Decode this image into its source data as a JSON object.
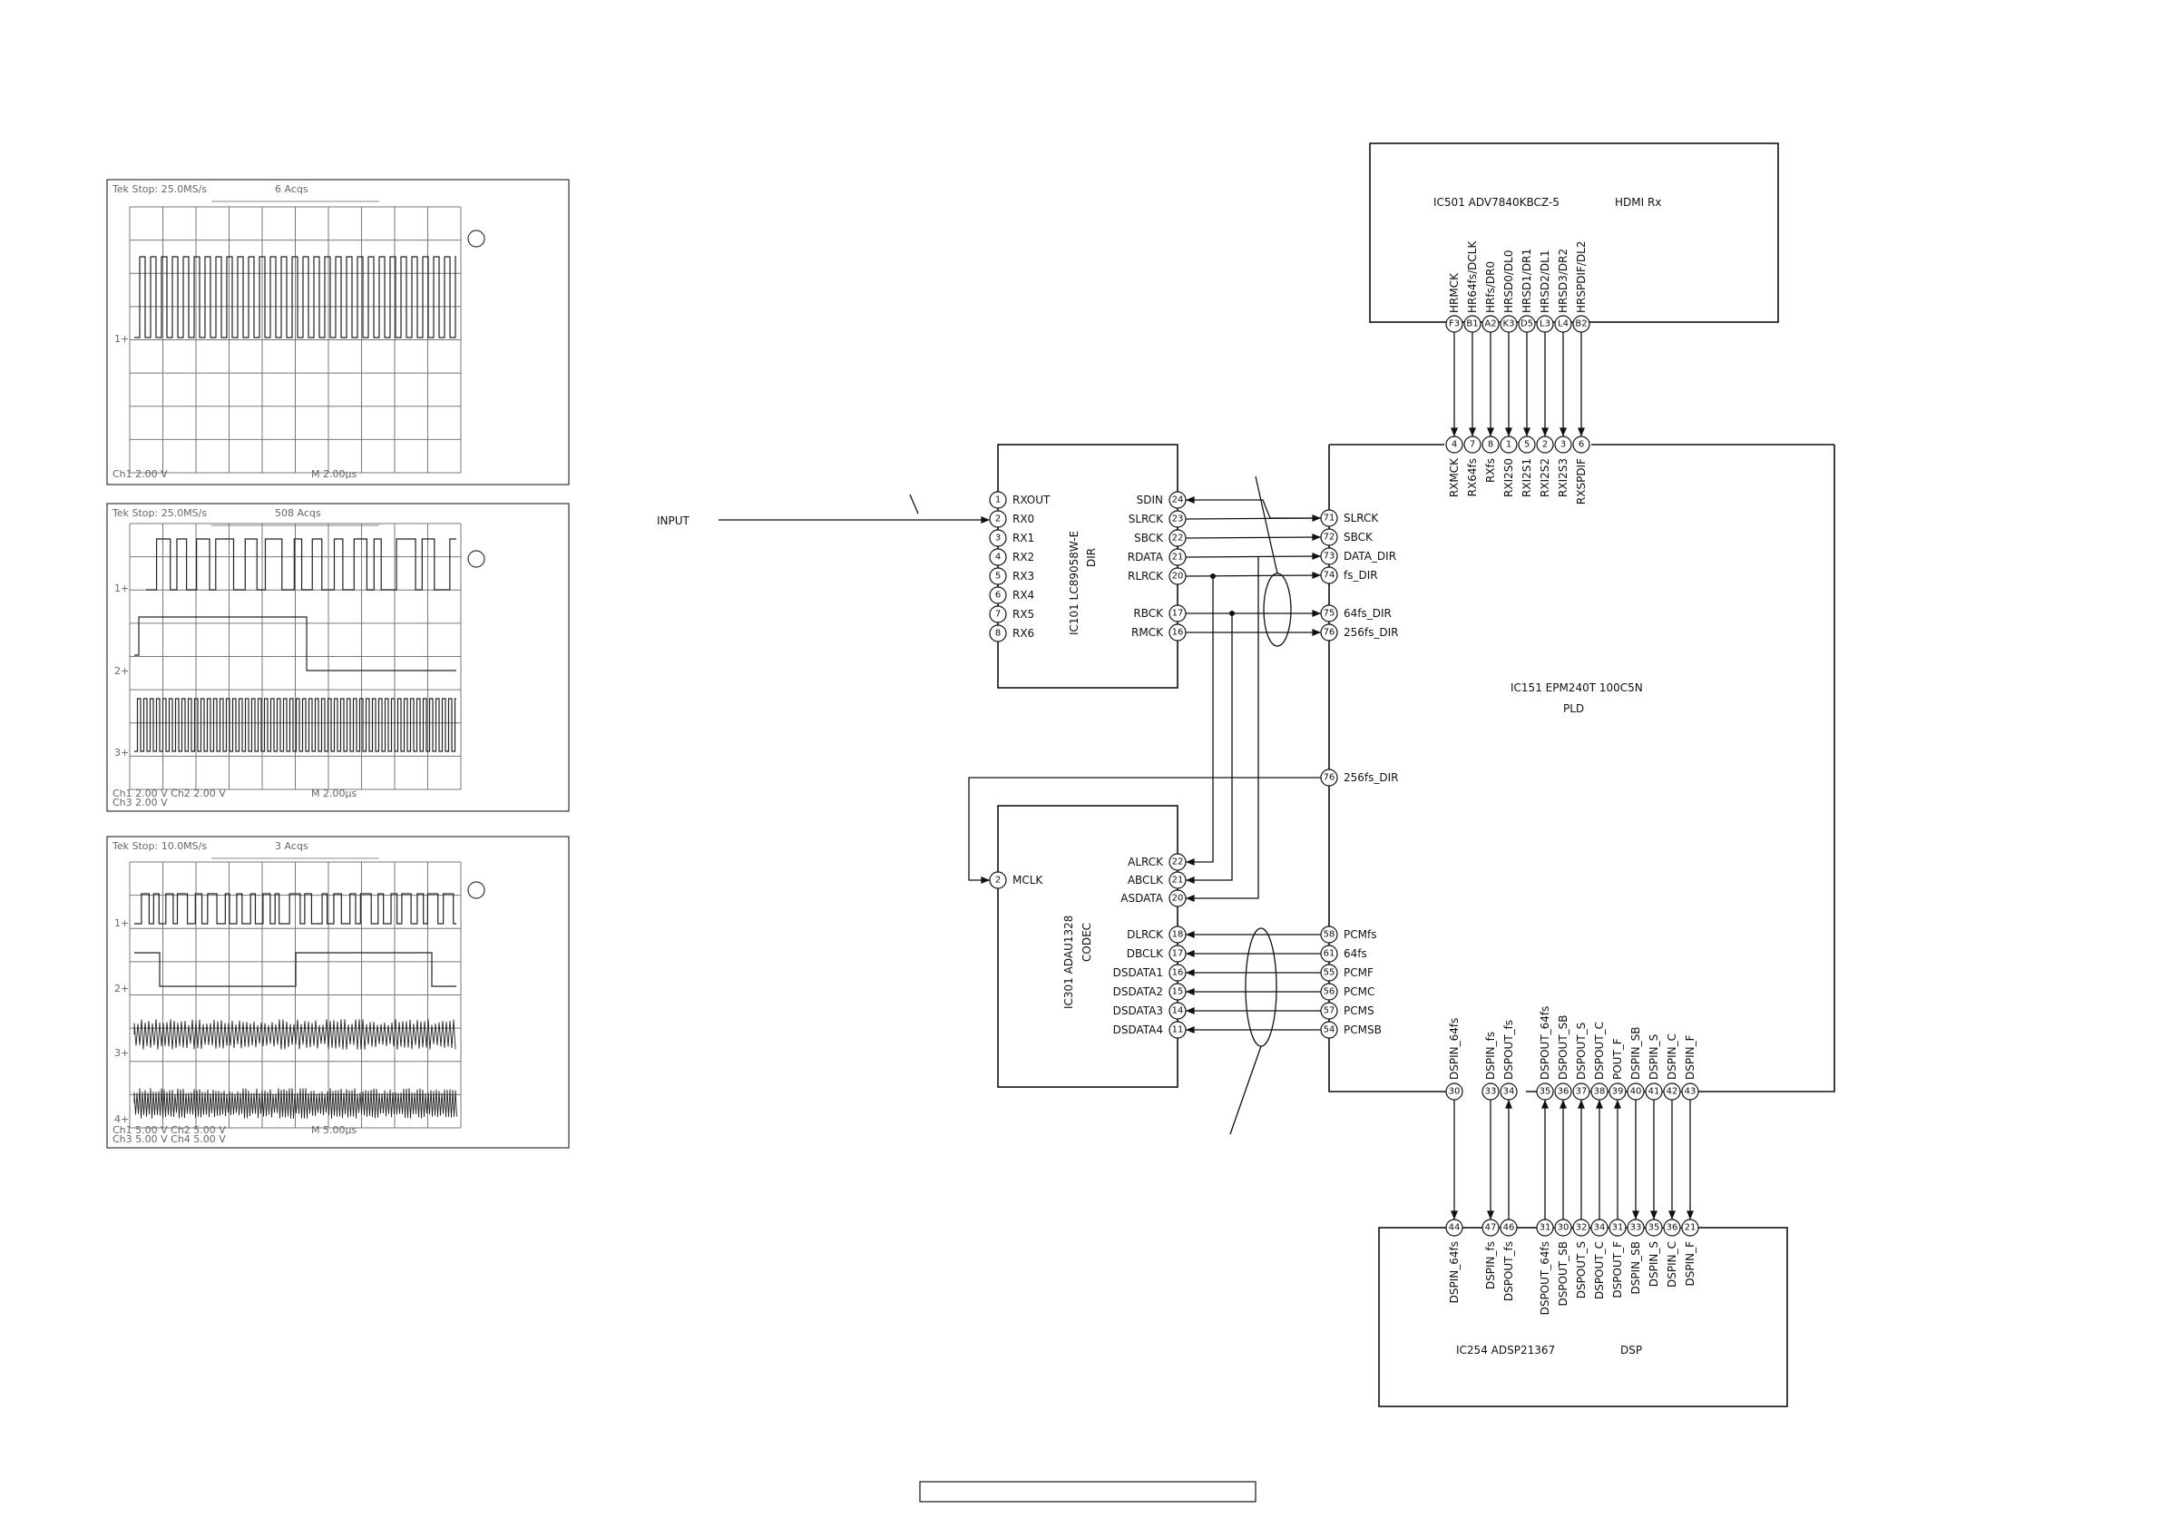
{
  "scopes": [
    {
      "header": "Tek Stop: 25.0MS/s",
      "acqs": "6 Acqs",
      "footer1": "Ch1   2.00 V",
      "footer1b": "M 2.00µs",
      "footer2": "",
      "channels": [
        "1"
      ]
    },
    {
      "header": "Tek Stop: 25.0MS/s",
      "acqs": "508 Acqs",
      "footer1": "Ch1   2.00 V     Ch2   2.00 V",
      "footer1b": "M 2.00µs",
      "footer2": "Ch3   2.00 V",
      "channels": [
        "1",
        "2",
        "3"
      ]
    },
    {
      "header": "Tek Stop: 10.0MS/s",
      "acqs": "3 Acqs",
      "footer1": "Ch1   5.00 V     Ch2   5.00 V",
      "footer1b": "M 5.00µs",
      "footer2": "Ch3   5.00 V     Ch4   5.00 V",
      "channels": [
        "1",
        "2",
        "3",
        "4"
      ]
    }
  ],
  "input_label": "INPUT",
  "ic501": {
    "name": "IC501 ADV7840KBCZ-5",
    "type": "HDMI Rx",
    "pins": [
      {
        "num": "F3",
        "name": "HRMCK"
      },
      {
        "num": "B1",
        "name": "HR64fs/DCLK"
      },
      {
        "num": "A2",
        "name": "HRfs/DR0"
      },
      {
        "num": "K3",
        "name": "HRSD0/DL0"
      },
      {
        "num": "D5",
        "name": "HRSD1/DR1"
      },
      {
        "num": "L3",
        "name": "HRSD2/DL1"
      },
      {
        "num": "L4",
        "name": "HRSD3/DR2"
      },
      {
        "num": "B2",
        "name": "HRSPDIF/DL2"
      }
    ]
  },
  "ic101": {
    "name": "IC101 LC89058W-E",
    "type": "DIR",
    "left_pins": [
      {
        "num": "1",
        "name": "RXOUT"
      },
      {
        "num": "2",
        "name": "RX0"
      },
      {
        "num": "3",
        "name": "RX1"
      },
      {
        "num": "4",
        "name": "RX2"
      },
      {
        "num": "5",
        "name": "RX3"
      },
      {
        "num": "6",
        "name": "RX4"
      },
      {
        "num": "7",
        "name": "RX5"
      },
      {
        "num": "8",
        "name": "RX6"
      }
    ],
    "right_pins": [
      {
        "num": "24",
        "name": "SDIN"
      },
      {
        "num": "23",
        "name": "SLRCK"
      },
      {
        "num": "22",
        "name": "SBCK"
      },
      {
        "num": "21",
        "name": "RDATA"
      },
      {
        "num": "20",
        "name": "RLRCK"
      },
      {
        "num": "17",
        "name": "RBCK"
      },
      {
        "num": "16",
        "name": "RMCK"
      }
    ]
  },
  "ic151": {
    "name": "IC151 EPM240T 100C5N",
    "type": "PLD",
    "top_pins": [
      {
        "num": "4",
        "name": "RXMCK"
      },
      {
        "num": "7",
        "name": "RX64fs"
      },
      {
        "num": "8",
        "name": "RXfs"
      },
      {
        "num": "1",
        "name": "RXI2S0"
      },
      {
        "num": "5",
        "name": "RXI2S1"
      },
      {
        "num": "2",
        "name": "RXI2S2"
      },
      {
        "num": "3",
        "name": "RXI2S3"
      },
      {
        "num": "6",
        "name": "RXSPDIF"
      }
    ],
    "left_pins_dir": [
      {
        "num": "71",
        "name": "SLRCK"
      },
      {
        "num": "72",
        "name": "SBCK"
      },
      {
        "num": "73",
        "name": "DATA_DIR"
      },
      {
        "num": "74",
        "name": "fs_DIR"
      },
      {
        "num": "75",
        "name": "64fs_DIR"
      },
      {
        "num": "76",
        "name": "256fs_DIR"
      }
    ],
    "mclk_pin": {
      "num": "76",
      "name": "256fs_DIR"
    },
    "left_pins_codec": [
      {
        "num": "58",
        "name": "PCMfs"
      },
      {
        "num": "61",
        "name": "64fs"
      },
      {
        "num": "55",
        "name": "PCMF"
      },
      {
        "num": "56",
        "name": "PCMC"
      },
      {
        "num": "57",
        "name": "PCMS"
      },
      {
        "num": "54",
        "name": "PCMSB"
      }
    ],
    "bottom_pins": [
      {
        "num": "30",
        "name": "DSPIN_64fs"
      },
      {
        "num": "33",
        "name": "DSPIN_fs"
      },
      {
        "num": "34",
        "name": "DSPOUT_fs"
      },
      {
        "num": "35",
        "name": "DSPOUT_64fs"
      },
      {
        "num": "36",
        "name": "DSPOUT_SB"
      },
      {
        "num": "37",
        "name": "DSPOUT_S"
      },
      {
        "num": "38",
        "name": "DSPOUT_C"
      },
      {
        "num": "39",
        "name": "POUT_F"
      },
      {
        "num": "40",
        "name": "DSPIN_SB"
      },
      {
        "num": "41",
        "name": "DSPIN_S"
      },
      {
        "num": "42",
        "name": "DSPIN_C"
      },
      {
        "num": "43",
        "name": "DSPIN_F"
      }
    ]
  },
  "ic301": {
    "name": "IC301 ADAU1328",
    "type": "CODEC",
    "mclk": {
      "num": "2",
      "name": "MCLK"
    },
    "adc_pins": [
      {
        "num": "22",
        "name": "ALRCK"
      },
      {
        "num": "21",
        "name": "ABCLK"
      },
      {
        "num": "20",
        "name": "ASDATA"
      }
    ],
    "dac_pins": [
      {
        "num": "18",
        "name": "DLRCK"
      },
      {
        "num": "17",
        "name": "DBCLK"
      },
      {
        "num": "16",
        "name": "DSDATA1"
      },
      {
        "num": "15",
        "name": "DSDATA2"
      },
      {
        "num": "14",
        "name": "DSDATA3"
      },
      {
        "num": "11",
        "name": "DSDATA4"
      }
    ]
  },
  "ic254": {
    "name": "IC254 ADSP21367",
    "type": "DSP",
    "pins": [
      {
        "num": "44",
        "name": "DSPIN_64fs"
      },
      {
        "num": "47",
        "name": "DSPIN_fs"
      },
      {
        "num": "46",
        "name": "DSPOUT_fs"
      },
      {
        "num": "31",
        "name": "DSPOUT_64fs"
      },
      {
        "num": "30",
        "name": "DSPOUT_SB"
      },
      {
        "num": "32",
        "name": "DSPOUT_S"
      },
      {
        "num": "34",
        "name": "DSPOUT_C"
      },
      {
        "num": "31",
        "name": "DSPOUT_F"
      },
      {
        "num": "33",
        "name": "DSPIN_SB"
      },
      {
        "num": "35",
        "name": "DSPIN_S"
      },
      {
        "num": "36",
        "name": "DSPIN_C"
      },
      {
        "num": "21",
        "name": "DSPIN_F"
      }
    ]
  }
}
